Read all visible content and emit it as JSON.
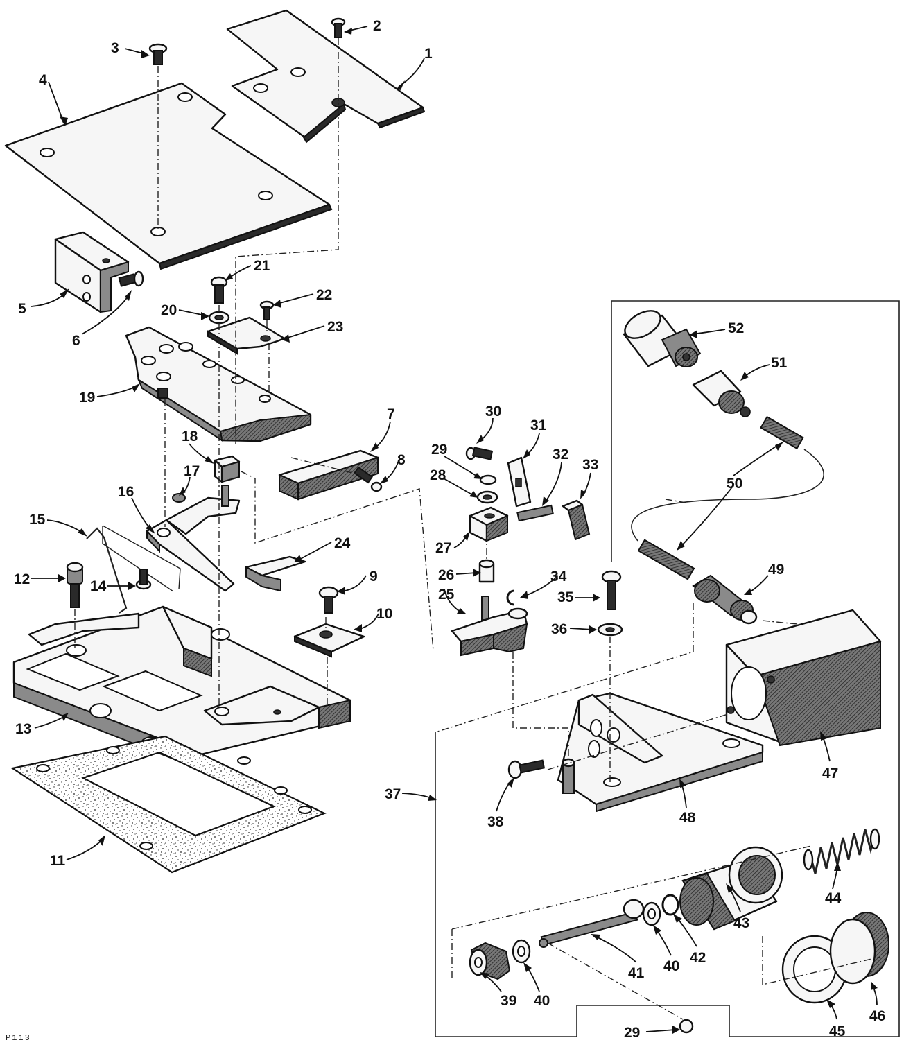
{
  "figure_code": "P113",
  "callouts": [
    {
      "id": "c1",
      "label": "1"
    },
    {
      "id": "c2",
      "label": "2"
    },
    {
      "id": "c3",
      "label": "3"
    },
    {
      "id": "c4",
      "label": "4"
    },
    {
      "id": "c5",
      "label": "5"
    },
    {
      "id": "c6",
      "label": "6"
    },
    {
      "id": "c7",
      "label": "7"
    },
    {
      "id": "c8",
      "label": "8"
    },
    {
      "id": "c9",
      "label": "9"
    },
    {
      "id": "c10",
      "label": "10"
    },
    {
      "id": "c11",
      "label": "11"
    },
    {
      "id": "c12",
      "label": "12"
    },
    {
      "id": "c13",
      "label": "13"
    },
    {
      "id": "c14",
      "label": "14"
    },
    {
      "id": "c15",
      "label": "15"
    },
    {
      "id": "c16",
      "label": "16"
    },
    {
      "id": "c17",
      "label": "17"
    },
    {
      "id": "c18",
      "label": "18"
    },
    {
      "id": "c19",
      "label": "19"
    },
    {
      "id": "c20",
      "label": "20"
    },
    {
      "id": "c21",
      "label": "21"
    },
    {
      "id": "c22",
      "label": "22"
    },
    {
      "id": "c23",
      "label": "23"
    },
    {
      "id": "c24",
      "label": "24"
    },
    {
      "id": "c25",
      "label": "25"
    },
    {
      "id": "c26",
      "label": "26"
    },
    {
      "id": "c27",
      "label": "27"
    },
    {
      "id": "c28",
      "label": "28"
    },
    {
      "id": "c29a",
      "label": "29"
    },
    {
      "id": "c30",
      "label": "30"
    },
    {
      "id": "c31",
      "label": "31"
    },
    {
      "id": "c32",
      "label": "32"
    },
    {
      "id": "c33",
      "label": "33"
    },
    {
      "id": "c34",
      "label": "34"
    },
    {
      "id": "c35",
      "label": "35"
    },
    {
      "id": "c36",
      "label": "36"
    },
    {
      "id": "c37",
      "label": "37"
    },
    {
      "id": "c38",
      "label": "38"
    },
    {
      "id": "c39",
      "label": "39"
    },
    {
      "id": "c40a",
      "label": "40"
    },
    {
      "id": "c40b",
      "label": "40"
    },
    {
      "id": "c41",
      "label": "41"
    },
    {
      "id": "c42",
      "label": "42"
    },
    {
      "id": "c43",
      "label": "43"
    },
    {
      "id": "c44",
      "label": "44"
    },
    {
      "id": "c45",
      "label": "45"
    },
    {
      "id": "c46",
      "label": "46"
    },
    {
      "id": "c47",
      "label": "47"
    },
    {
      "id": "c48",
      "label": "48"
    },
    {
      "id": "c49",
      "label": "49"
    },
    {
      "id": "c50",
      "label": "50"
    },
    {
      "id": "c51",
      "label": "51"
    },
    {
      "id": "c52",
      "label": "52"
    },
    {
      "id": "c29b",
      "label": "29"
    }
  ]
}
